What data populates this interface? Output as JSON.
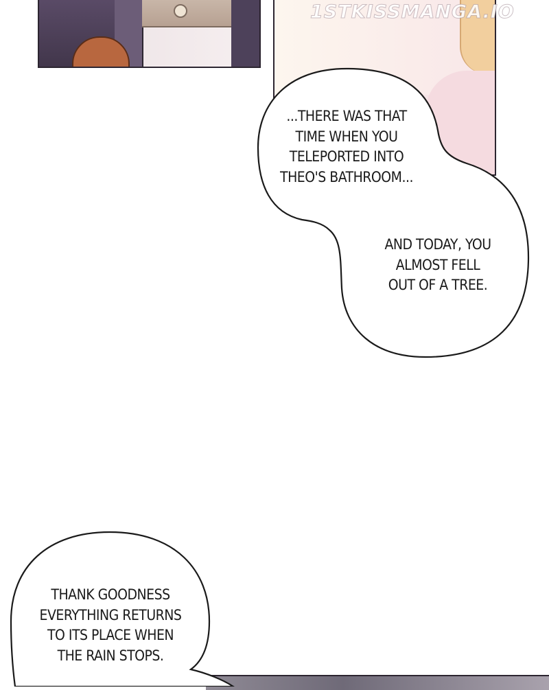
{
  "watermark": "1STKISSMANGA.IO",
  "bubbles": {
    "first": "...THERE WAS THAT\nTIME WHEN YOU\nTELEPORTED INTO\nTHEO'S BATHROOM...",
    "second": "AND TODAY, YOU\nALMOST FELL\nOUT OF A TREE.",
    "third": "THANK GOODNESS\nEVERYTHING RETURNS\nTO ITS PLACE WHEN\nTHE RAIN STOPS."
  },
  "colors": {
    "bubble_fill": "#ffffff",
    "bubble_outline": "#1a1a1a",
    "panel_border": "#2c2530"
  }
}
